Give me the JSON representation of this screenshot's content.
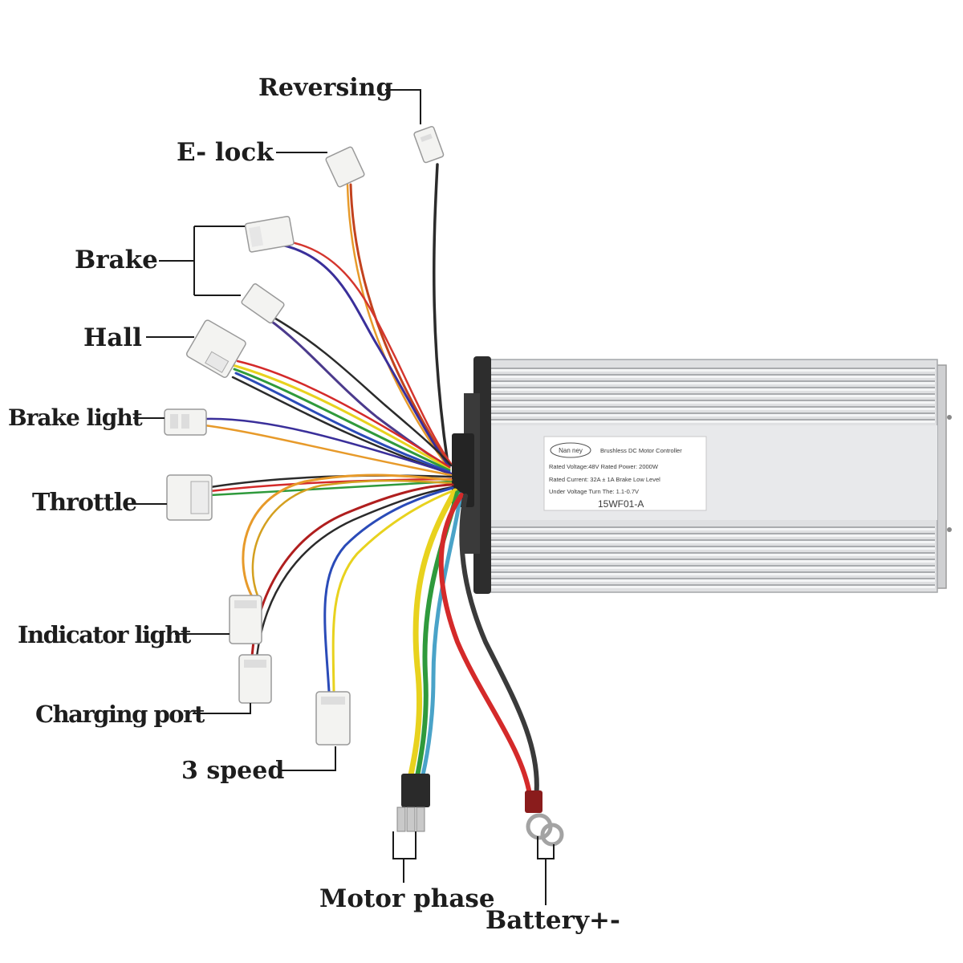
{
  "labels": {
    "reversing": "Reversing",
    "elock": "E- lock",
    "brake": "Brake",
    "hall": "Hall",
    "brake_light": "Brake light",
    "throttle": "Throttle",
    "indicator_light": "Indicator light",
    "charging_port": "Charging port",
    "three_speed": "3 speed",
    "motor_phase": "Motor phase",
    "battery": "Battery+-"
  },
  "controller": {
    "logo": "Nan ney",
    "title": "Brushless DC Motor Controller",
    "line1": "Rated Voltage:48V    Rated Power: 2000W",
    "line2": "Rated Current: 32A ± 1A    Brake Low Level",
    "line3": "Under Voltage Turn The: 1.1-0.7V",
    "model": "15WF01-A"
  },
  "colors": {
    "background": "#ffffff",
    "label_text": "#1d1d1d",
    "housing": "#d9dadc",
    "fin_dark": "#a9abae",
    "end_cap": "#2d2d2d",
    "wire_red": "#d42a2a",
    "wire_black": "#2b2b2b",
    "wire_yellow": "#e8d21e",
    "wire_green": "#2f9a3c",
    "wire_blue": "#2a4bb8",
    "wire_orange": "#e79a2a",
    "wire_purple": "#5a3a8c"
  }
}
